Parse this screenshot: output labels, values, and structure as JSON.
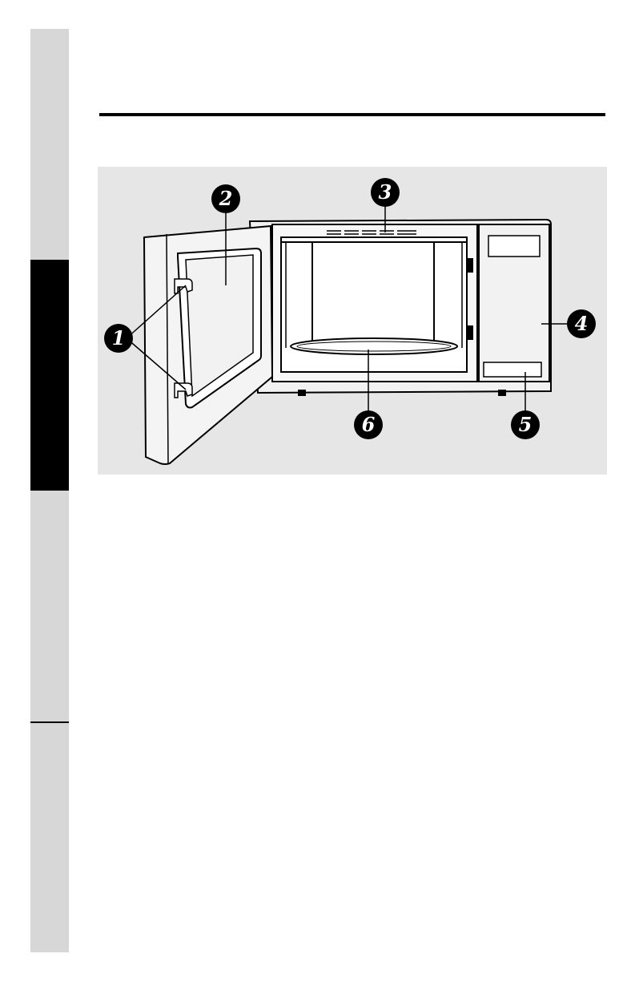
{
  "sidebar": {
    "tabs": [
      {
        "id": "tab-1",
        "style": "light"
      },
      {
        "id": "tab-2",
        "style": "dark"
      },
      {
        "id": "tab-3",
        "style": "light"
      },
      {
        "id": "tab-4",
        "style": "light"
      }
    ]
  },
  "figure": {
    "subject": "microwave-oven-front-open-door",
    "callouts": [
      {
        "label": "1",
        "part": "door-latches"
      },
      {
        "label": "2",
        "part": "door-window"
      },
      {
        "label": "3",
        "part": "vent-openings"
      },
      {
        "label": "4",
        "part": "control-panel"
      },
      {
        "label": "5",
        "part": "nameplate"
      },
      {
        "label": "6",
        "part": "turntable"
      }
    ]
  },
  "colors": {
    "sidebar_light": "#d7d7d7",
    "sidebar_dark": "#000000",
    "figure_background": "#e6e6e6",
    "line": "#000000",
    "appliance_fill": "#f2f2f2"
  }
}
